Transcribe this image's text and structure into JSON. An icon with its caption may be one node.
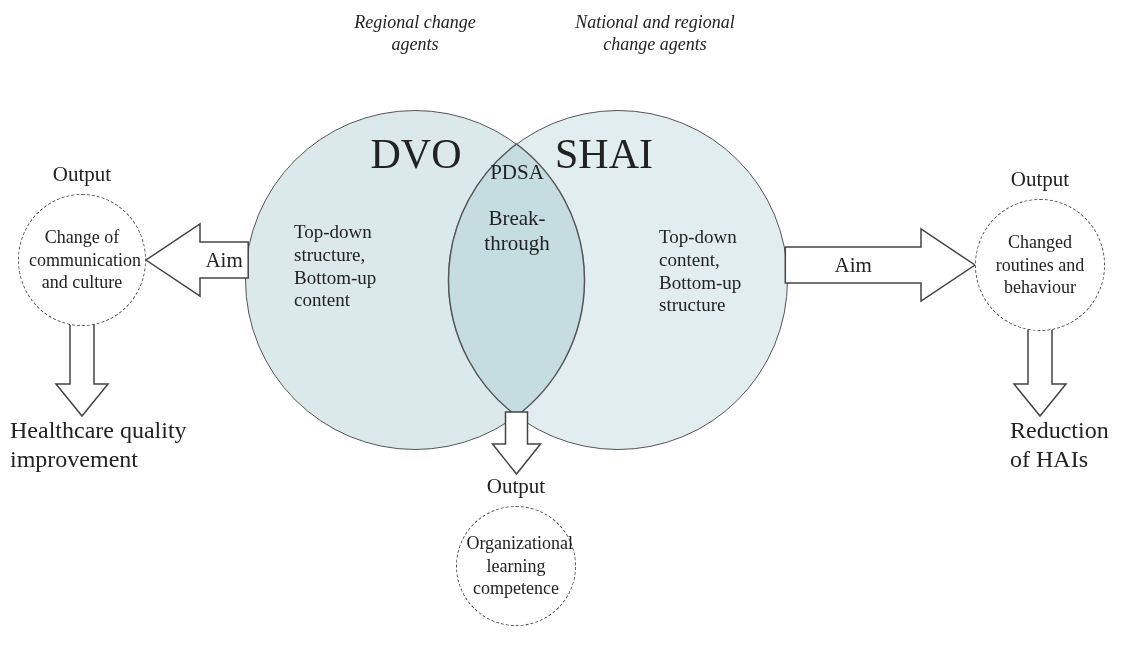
{
  "diagram": {
    "nodes": [
      {
        "text": [
          "DVO",
          "Top-down structure, Bottom-up content"
        ],
        "beside": [
          "Regional change agents"
        ]
      },
      {
        "text": [
          "SHAI",
          "Top-down content, Bottom-up structure"
        ],
        "beside": [
          "National and regional change agents"
        ]
      },
      {
        "text": [
          "PDSA",
          "Break-through"
        ]
      },
      {
        "text": [
          "Output",
          "Change of communication and culture"
        ]
      },
      {
        "text": [
          "Output",
          "Changed routines and behaviour"
        ]
      },
      {
        "text": [
          "Output",
          "Organizational learning competence"
        ]
      },
      {
        "text": [
          "Healthcare quality improvement"
        ]
      },
      {
        "text": [
          "Reduction of HAIs"
        ]
      }
    ],
    "edges": [
      {
        "from": 0,
        "to": 3,
        "arrow": "to",
        "label": "Aim"
      },
      {
        "from": 1,
        "to": 4,
        "arrow": "to",
        "label": "Aim"
      },
      {
        "from": 2,
        "to": 5,
        "arrow": "to"
      },
      {
        "from": 3,
        "to": 6,
        "arrow": "to"
      },
      {
        "from": 4,
        "to": 7,
        "arrow": "to"
      }
    ]
  }
}
